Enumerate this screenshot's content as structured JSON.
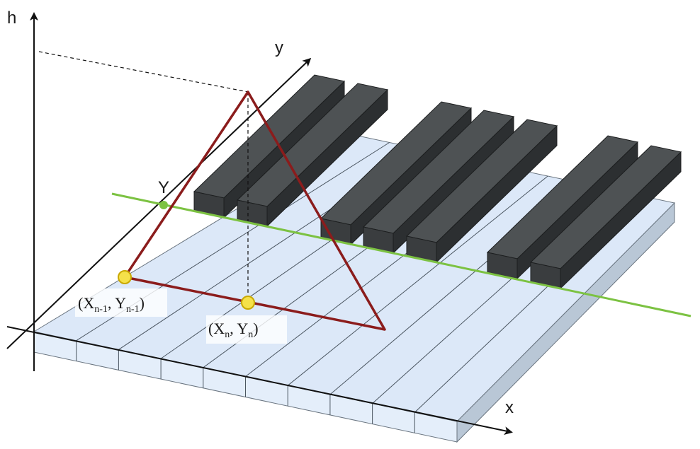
{
  "axes": {
    "h": "h",
    "y": "y",
    "x": "x"
  },
  "labels": {
    "y_intercept": "Y",
    "point_prev": {
      "main_x": "X",
      "sub_x": "n-1",
      "main_y": "Y",
      "sub_y": "n-1"
    },
    "point_curr": {
      "main_x": "X",
      "sub_x": "n",
      "main_y": "Y",
      "sub_y": "n"
    }
  },
  "piano": {
    "white_key_count": 10,
    "black_key_count": 7
  },
  "colors": {
    "white_key_top": "#dce8f8",
    "white_key_front": "#e4eefa",
    "white_key_side": "#b9c7d6",
    "black_key_top": "#4e5254",
    "black_key_front": "#3a3d3f",
    "black_key_side": "#2c2f31",
    "triangle": "#8b1c1c",
    "green_line": "#7cc242",
    "point_fill": "#f5e14a",
    "point_stroke": "#c9a800"
  }
}
